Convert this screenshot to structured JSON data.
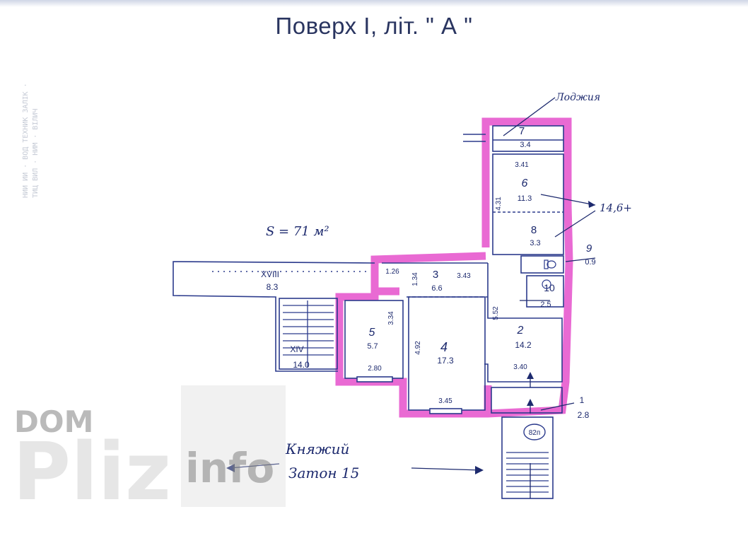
{
  "title": "Поверх І, літ. \" А \"",
  "stamp_text": "НИИ ИИ ·  ВОД ТЕХНИК ЗАЛІК · ТИЦ ВИЛ · НИМ ·  ВІЛИЧ",
  "area_note": "S = 71 м²",
  "loggia_note": "Лоджия",
  "combined_note": "14,6+",
  "street_line1": "Княжий",
  "street_line2": "Затон 15",
  "entrance_mark": "82п",
  "rooms": [
    {
      "no": "1",
      "area": "2.8"
    },
    {
      "no": "2",
      "area": "14.2"
    },
    {
      "no": "3",
      "area": "6.6"
    },
    {
      "no": "4",
      "area": "17.3"
    },
    {
      "no": "5",
      "area": "5.7"
    },
    {
      "no": "6",
      "area": "11.3"
    },
    {
      "no": "7",
      "area": "3.4"
    },
    {
      "no": "8",
      "area": "3.3"
    },
    {
      "no": "9",
      "area": "0.9"
    },
    {
      "no": "10",
      "area": "2.5"
    },
    {
      "no": "XVIII",
      "area": "8.3"
    },
    {
      "no": "XIV",
      "area": "14.0"
    }
  ],
  "dimensions": {
    "d_3_41": "3.41",
    "d_4_31": "4.31",
    "d_1_26": "1.26",
    "d_3_43": "3.43",
    "d_1_34": "1.34",
    "d_5_52": "5.52",
    "d_3_34": "3.34",
    "d_4_92": "4.92",
    "d_2_80": "2.80",
    "d_3_45": "3.45",
    "d_3_40": "3.40"
  },
  "watermark": {
    "dom": "DOM",
    "pliz": "Pliz",
    "info": "info"
  },
  "colors": {
    "outline": "#2b3a8c",
    "wall_highlight": "#e96ad3",
    "ink": "#1d2a6e"
  }
}
